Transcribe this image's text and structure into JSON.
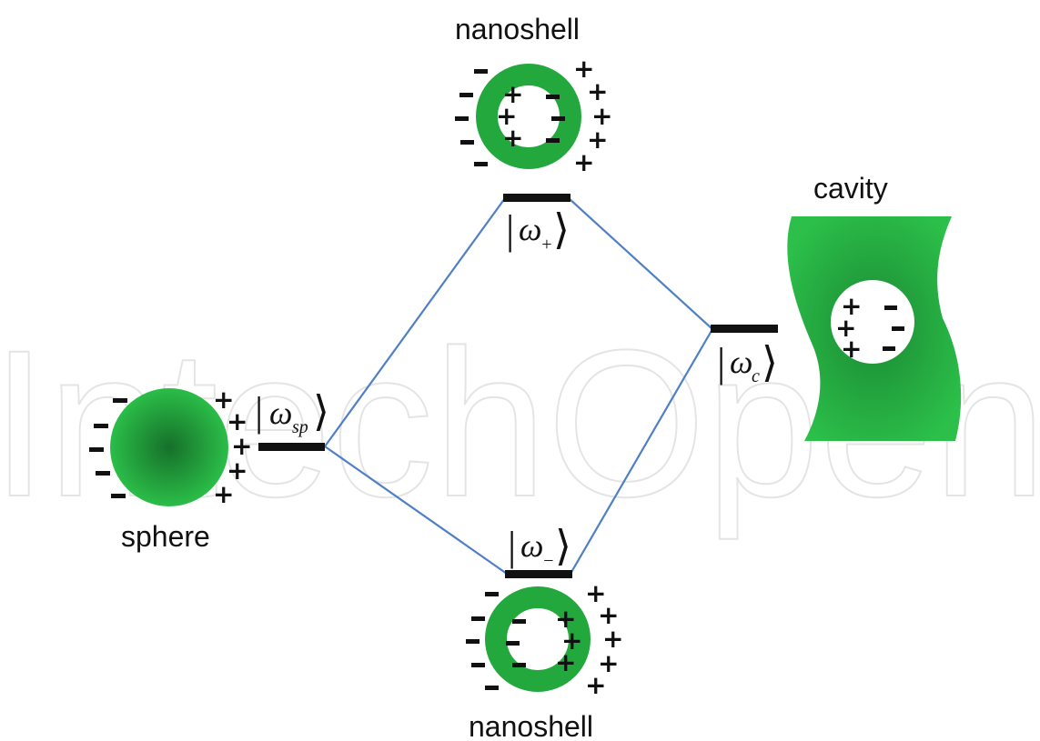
{
  "labels": {
    "sphere": "sphere",
    "nanoshell_top": "nanoshell",
    "nanoshell_bottom": "nanoshell",
    "cavity": "cavity"
  },
  "kets": {
    "sp": {
      "main": "ω",
      "sub": "sp"
    },
    "plus": {
      "main": "ω",
      "sub": "+"
    },
    "minus": {
      "main": "ω",
      "sub": "−"
    },
    "c": {
      "main": "ω",
      "sub": "c"
    }
  },
  "watermark": "IntechOpen",
  "colors": {
    "green": "#22a83c",
    "green_dark": "#16702a",
    "line_blue": "#4f7fc7",
    "level_black": "#111111"
  }
}
